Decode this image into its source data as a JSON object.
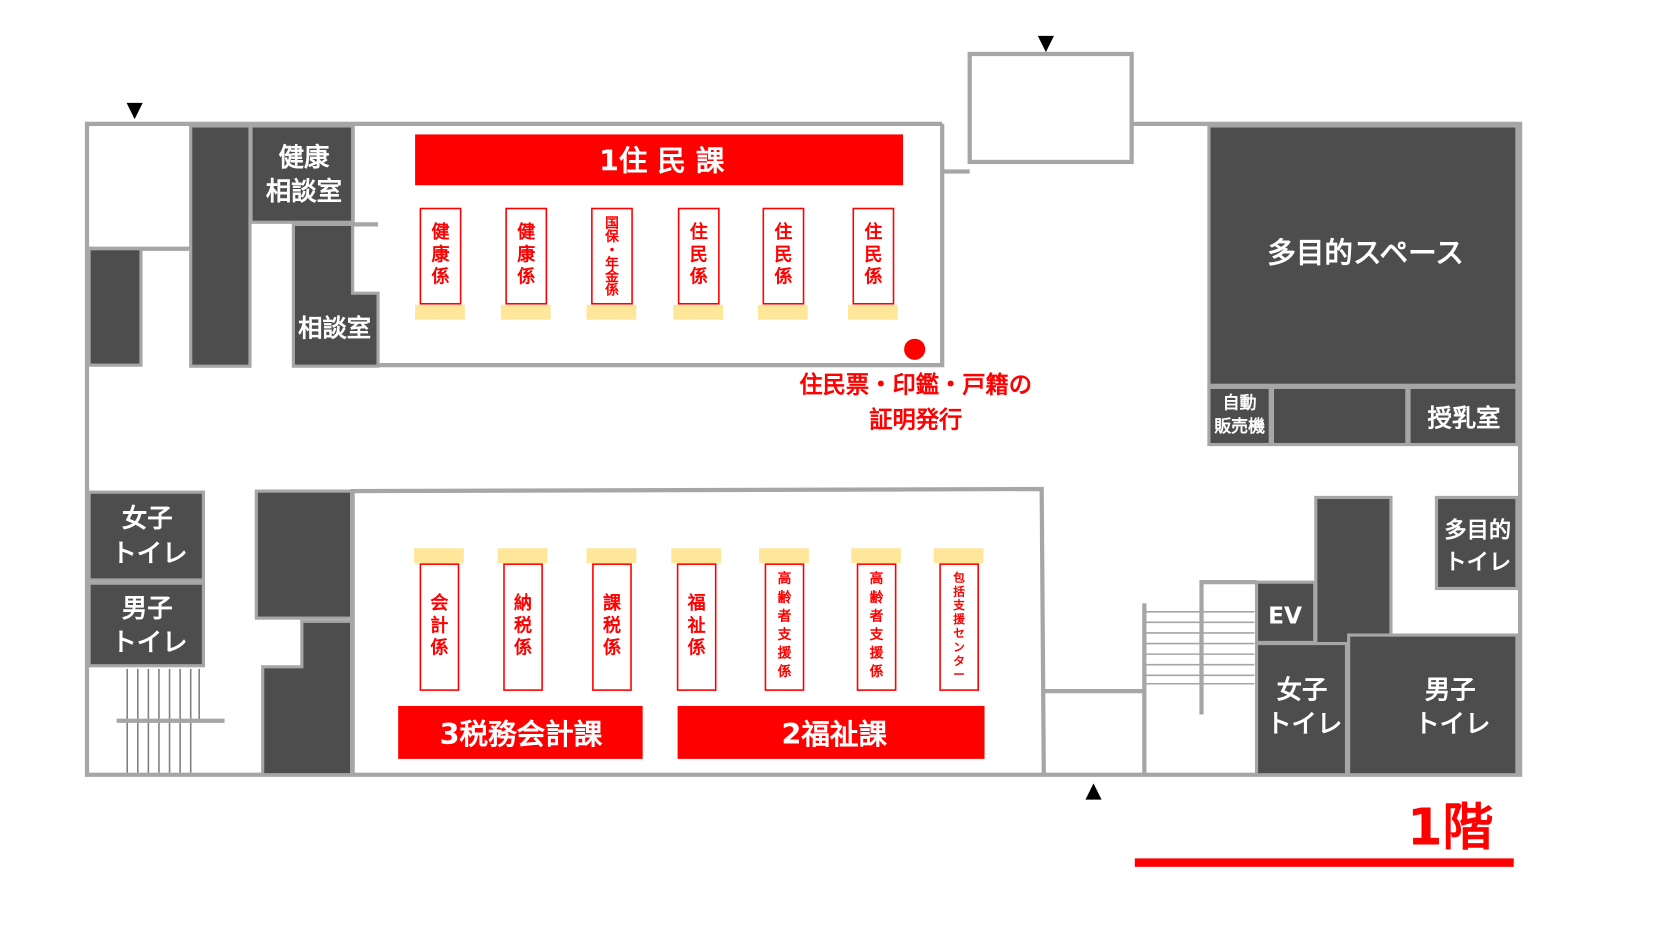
{
  "floor_label": "1階",
  "divisions": {
    "upper": "1住 民 課",
    "lower_left": "3税務会計課",
    "lower_right": "2福祉課"
  },
  "upper_desks": [
    [
      "健",
      "康",
      "係"
    ],
    [
      "健",
      "康",
      "係"
    ],
    [
      "国",
      "保",
      "・",
      "年",
      "金",
      "係"
    ],
    [
      "住",
      "民",
      "係"
    ],
    [
      "住",
      "民",
      "係"
    ],
    [
      "住",
      "民",
      "係"
    ]
  ],
  "lower_desks": [
    [
      "会",
      "計",
      "係"
    ],
    [
      "納",
      "税",
      "係"
    ],
    [
      "課",
      "税",
      "係"
    ],
    [
      "福",
      "祉",
      "係"
    ],
    [
      "高",
      "齢",
      "者",
      "支",
      "援",
      "係"
    ],
    [
      "高",
      "齢",
      "者",
      "支",
      "援",
      "係"
    ],
    [
      "包",
      "括",
      "支",
      "援",
      "セ",
      "ン",
      "タ",
      "ー"
    ]
  ],
  "certificate_note": [
    "住民票・印鑑・戸籍の",
    "証明発行"
  ],
  "rooms": {
    "health_consult": [
      "健康",
      "相談室"
    ],
    "consult": "相談室",
    "multipurpose_space": "多目的スペース",
    "vending": [
      "自動",
      "販売機"
    ],
    "nursing": "授乳室",
    "multipurpose_toilet": [
      "多目的",
      "トイレ"
    ],
    "ev": "EV",
    "womens_toilet_left": [
      "女子",
      "トイレ"
    ],
    "mens_toilet_left": [
      "男子",
      "トイレ"
    ],
    "womens_toilet_right": [
      "女子",
      "トイレ"
    ],
    "mens_toilet_right": [
      "男子",
      "トイレ"
    ]
  },
  "colors": {
    "accent": "#ff0000",
    "room": "#4d4d4d",
    "wall": "#a6a6a6",
    "counter": "#ffe699"
  }
}
